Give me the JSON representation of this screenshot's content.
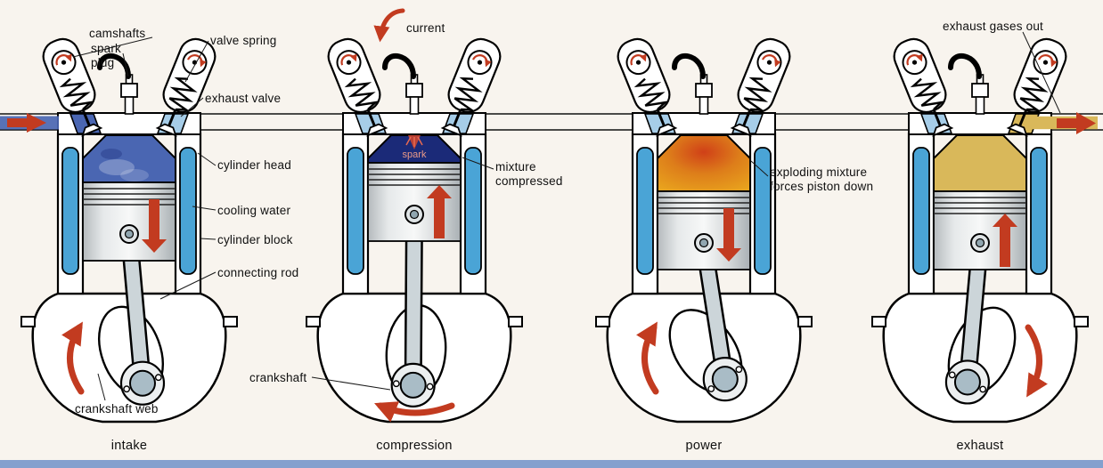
{
  "strokes": [
    {
      "caption": "intake"
    },
    {
      "caption": "compression"
    },
    {
      "caption": "power"
    },
    {
      "caption": "exhaust"
    }
  ],
  "labels": {
    "camshafts": "camshafts",
    "spark_plug": "spark plug",
    "valve_spring": "valve spring",
    "exhaust_valve": "exhaust valve",
    "cylinder_head": "cylinder head",
    "cooling_water": "cooling water",
    "cylinder_block": "cylinder block",
    "connecting_rod": "connecting rod",
    "crankshaft_web": "crankshaft web",
    "current": "current",
    "spark": "spark",
    "mixture_compressed": "mixture compressed",
    "crankshaft": "crankshaft",
    "exploding_mixture": "exploding mixture forces piston down",
    "exhaust_gases_out": "exhaust gases out"
  },
  "colors": {
    "cooling_water": "#4aa4d6",
    "port_blue": "#a6cde8",
    "intake_mixture": "#4a66b2",
    "compressed_mixture": "#1b2a78",
    "explosion_inner": "#d04018",
    "explosion_outer": "#eaa81e",
    "exhaust_gas": "#d9b85a",
    "arrow_red": "#c23b20",
    "bottom_strip": "#7090c8"
  }
}
